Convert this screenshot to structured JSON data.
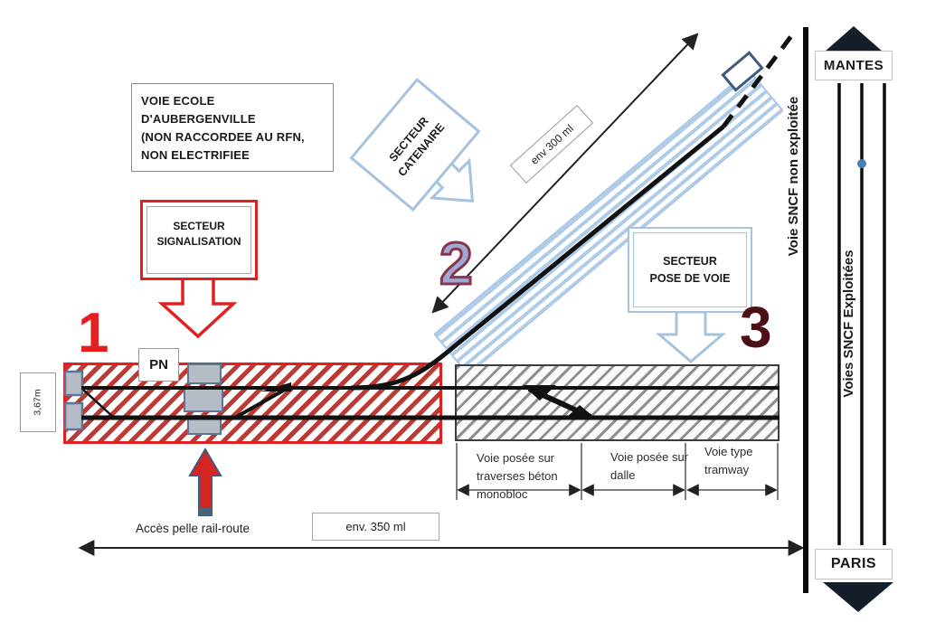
{
  "colors": {
    "red": "#e02020",
    "red_number": "#e51f1f",
    "dark_maroon": "#4d0f16",
    "number2_fill": "#9fa8d4",
    "number2_outline": "#8a3448",
    "light_blue": "#a5c2de",
    "band_stripe": "#b0cbe8",
    "dark_blue": "#3f5a7d",
    "gray_platform": "#b5bcc6",
    "navy_triangle": "#141e2b",
    "dot_blue": "#4a7fb5",
    "track_black": "#111111"
  },
  "info_box": {
    "line1": "VOIE ECOLE",
    "line2": "D'AUBERGENVILLE",
    "line3": "(NON RACCORDEE AU RFN,",
    "line4": "NON ELECTRIFIEE"
  },
  "sectors": {
    "signalisation": {
      "line1": "SECTEUR",
      "line2": "SIGNALISATION",
      "number": "1"
    },
    "catenaire": {
      "line1": "SECTEUR",
      "line2": "CATENAIRE",
      "number": "2"
    },
    "pose_de_voie": {
      "line1": "SECTEUR",
      "line2": "POSE DE VOIE",
      "number": "3"
    }
  },
  "measurements": {
    "diagonal": "env 300 ml",
    "horizontal": "env. 350 ml",
    "gauge": "3,67m"
  },
  "annotations": {
    "pn": "PN",
    "acces": "Accès pelle rail-route"
  },
  "sncf": {
    "mantes": "MANTES",
    "paris": "PARIS",
    "non_exploitee": "Voie SNCF non exploitée",
    "exploitees": "Voies SNCF Exploitées"
  },
  "track_segments": [
    {
      "label": "Voie posée sur traverses béton monobloc"
    },
    {
      "label": "Voie posée sur dalle"
    },
    {
      "label": "Voie type tramway"
    }
  ]
}
